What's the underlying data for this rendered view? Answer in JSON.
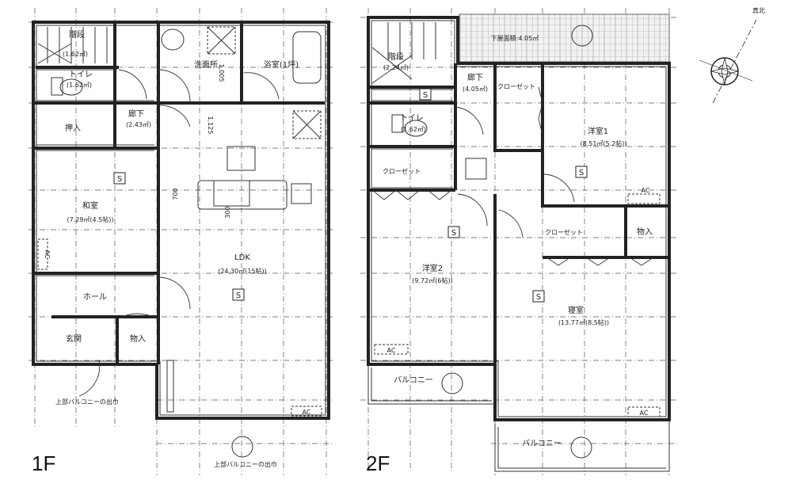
{
  "floor1": {
    "label": "1F",
    "rooms": {
      "stairs": {
        "name": "階段",
        "area": "(1.62㎡)"
      },
      "toilet": {
        "name": "トイレ",
        "area": "(1.62㎡)"
      },
      "washroom": {
        "name": "洗面所"
      },
      "bath": {
        "name": "浴室(1坪)"
      },
      "closet": {
        "name": "押入"
      },
      "corridor": {
        "name": "廊下",
        "area": "(2.43㎡)"
      },
      "japanese_room": {
        "name": "和室",
        "area": "(7.29㎡(4.5帖))"
      },
      "ldk": {
        "name": "LDK",
        "area": "(24.30㎡(15帖))"
      },
      "hall": {
        "name": "ホール"
      },
      "entrance": {
        "name": "玄関"
      },
      "storage": {
        "name": "物入"
      }
    },
    "dimensions": [
      "1,005",
      "1,125",
      "700",
      "300"
    ],
    "notes": {
      "balcony_projection_left": "上部バルコニーの出巾",
      "balcony_projection_bottom": "上部バルコニーの出巾",
      "ac": "AC",
      "ac_left": "AC"
    },
    "s_marker": "S"
  },
  "floor2": {
    "label": "2F",
    "rooms": {
      "stairs": {
        "name": "階段",
        "area": "(2.24㎡)"
      },
      "lower_roof": {
        "name": "下屋面積:4.05㎡"
      },
      "corridor": {
        "name": "廊下",
        "area": "(4.05㎡)"
      },
      "closet1": {
        "name": "クローゼット"
      },
      "western1": {
        "name": "洋室1",
        "area": "(8.51㎡(5.2帖))"
      },
      "toilet": {
        "name": "トイレ",
        "area": "(1.62㎡)"
      },
      "closet2": {
        "name": "クローゼット"
      },
      "western2": {
        "name": "洋室2",
        "area": "(9.72㎡(6帖))"
      },
      "closet3": {
        "name": "クローゼット"
      },
      "storage": {
        "name": "物入"
      },
      "bedroom": {
        "name": "寝室",
        "area": "(13.77㎡(8.5帖))"
      },
      "balcony1": {
        "name": "バルコニー"
      },
      "balcony2": {
        "name": "バルコニー"
      }
    },
    "notes": {
      "ac1": "AC",
      "ac2": "AC",
      "ac3": "AC"
    },
    "s_marker": "S"
  },
  "compass": {
    "label": "真北",
    "icon": "north-compass-icon"
  }
}
